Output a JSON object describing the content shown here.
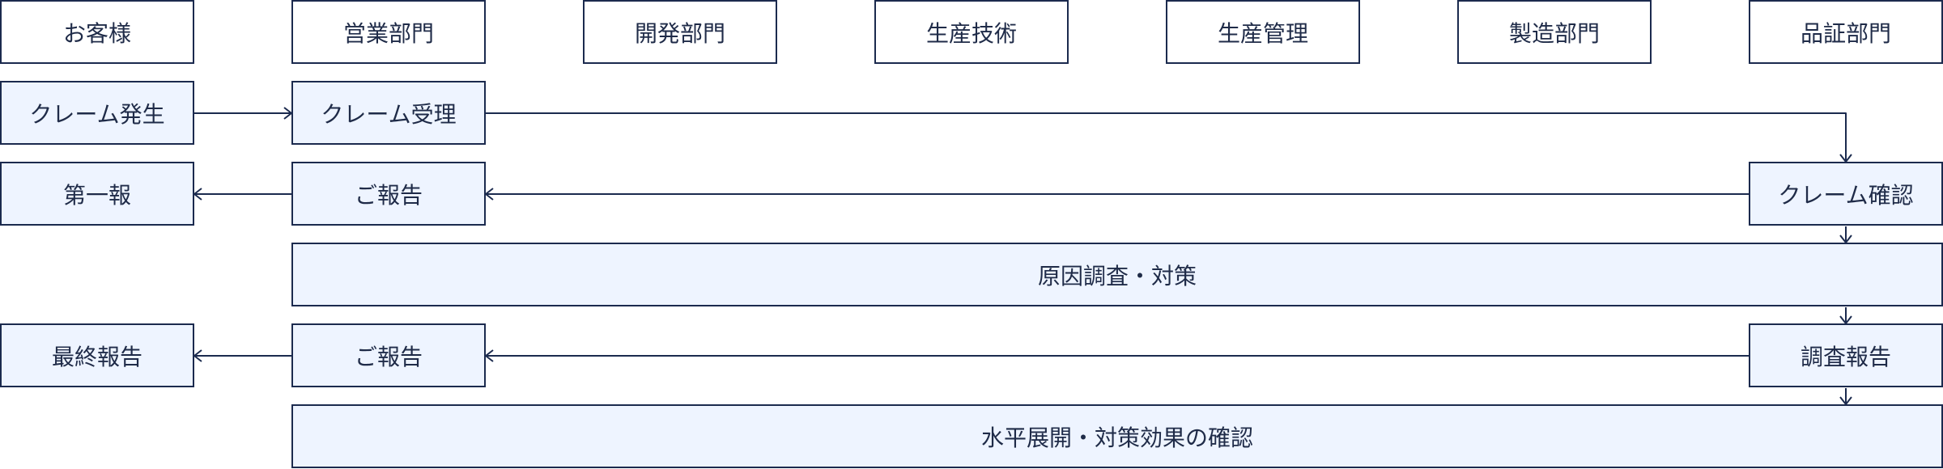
{
  "departments": [
    {
      "id": "customer",
      "label": "お客様"
    },
    {
      "id": "sales",
      "label": "営業部門"
    },
    {
      "id": "development",
      "label": "開発部門"
    },
    {
      "id": "production-engineering",
      "label": "生産技術"
    },
    {
      "id": "production-control",
      "label": "生産管理"
    },
    {
      "id": "manufacturing",
      "label": "製造部門"
    },
    {
      "id": "quality-assurance",
      "label": "品証部門"
    }
  ],
  "steps": {
    "claim_occurred": "クレーム発生",
    "claim_received": "クレーム受理",
    "first_report": "第一報",
    "report_to_customer_1": "ご報告",
    "claim_confirmation": "クレーム確認",
    "cause_investigation": "原因調査・対策",
    "final_report": "最終報告",
    "report_to_customer_2": "ご報告",
    "investigation_report": "調査報告",
    "horizontal_deployment": "水平展開・対策効果の確認"
  },
  "colors": {
    "border": "#1b2a4e",
    "step_fill": "#eef4ff",
    "header_fill": "#ffffff",
    "text": "#1f2b48"
  }
}
